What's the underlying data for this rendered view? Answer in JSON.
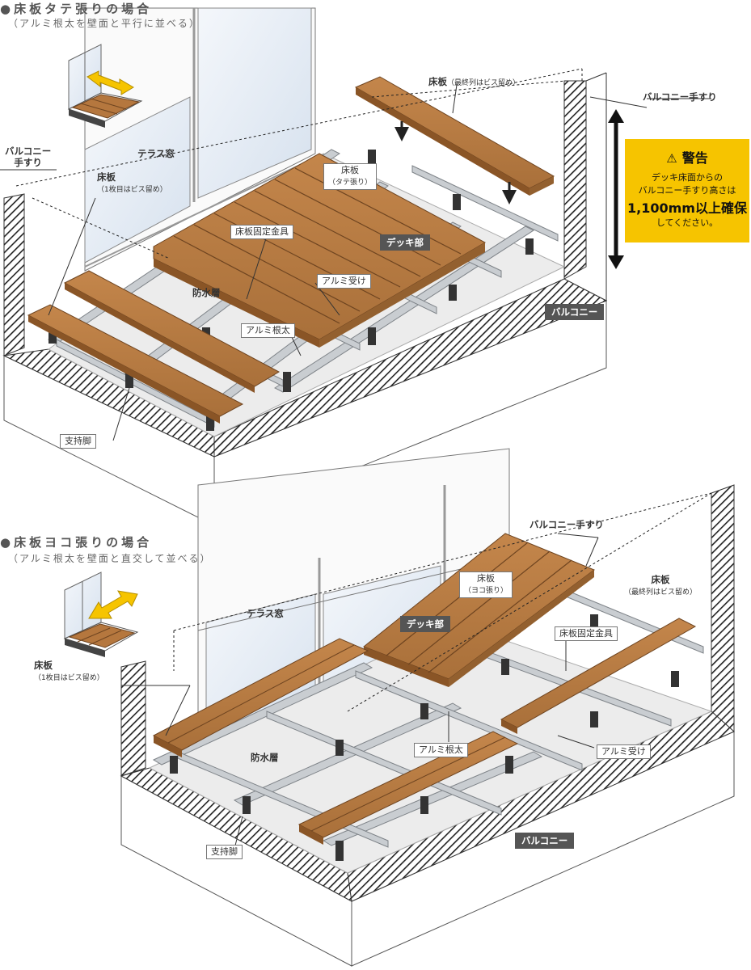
{
  "section1": {
    "title": "●床板タテ張りの場合",
    "subtitle": "（アルミ根太を壁面と平行に並べる）",
    "labels": {
      "yukaita_last": "床板",
      "yukaita_last_note": "（最終列はビス留め）",
      "handrail_right": "バルコニー手すり",
      "terrace_window": "テラス窓",
      "handrail_left_1": "バルコニー",
      "handrail_left_2": "手すり",
      "yukaita_first": "床板",
      "yukaita_first_note": "（1枚目はビス留め）",
      "yukaita_tate": "床板",
      "yukaita_tate_note": "（タテ張り）",
      "fixing_bracket": "床板固定金具",
      "deck": "デッキ部",
      "waterproof": "防水層",
      "alumi_uke": "アルミ受け",
      "alumi_neda": "アルミ根太",
      "balcony": "バルコニー",
      "support_leg": "支持脚"
    },
    "warning": {
      "title": "警告",
      "line1": "デッキ床面からの",
      "line2": "バルコニー手すり高さは",
      "line3": "1,100mm以上確保",
      "line4": "してください。"
    }
  },
  "section2": {
    "title": "●床板ヨコ張りの場合",
    "subtitle": "（アルミ根太を壁面と直交して並べる）",
    "labels": {
      "handrail": "バルコニー手すり",
      "terrace_window": "テラス窓",
      "yukaita_yoko": "床板",
      "yukaita_yoko_note": "（ヨコ張り）",
      "deck": "デッキ部",
      "yukaita_last": "床板",
      "yukaita_last_note": "（最終列はビス留め）",
      "fixing_bracket": "床板固定金具",
      "yukaita_first": "床板",
      "yukaita_first_note": "（1枚目はビス留め）",
      "waterproof": "防水層",
      "alumi_neda": "アルミ根太",
      "alumi_uke": "アルミ受け",
      "balcony": "バルコニー",
      "support_leg": "支持脚"
    }
  },
  "colors": {
    "wood": "#b5773e",
    "wood_dark": "#8a5526",
    "wood_light": "#cc8f52",
    "aluminum": "#c9cdd1",
    "aluminum_dark": "#8c9196",
    "glass": "#dfe8f3",
    "warning": "#f6c400",
    "dark_label": "#555555",
    "hatch": "#222222"
  },
  "icons": [
    "warning-triangle-icon",
    "double-arrow-icon"
  ]
}
